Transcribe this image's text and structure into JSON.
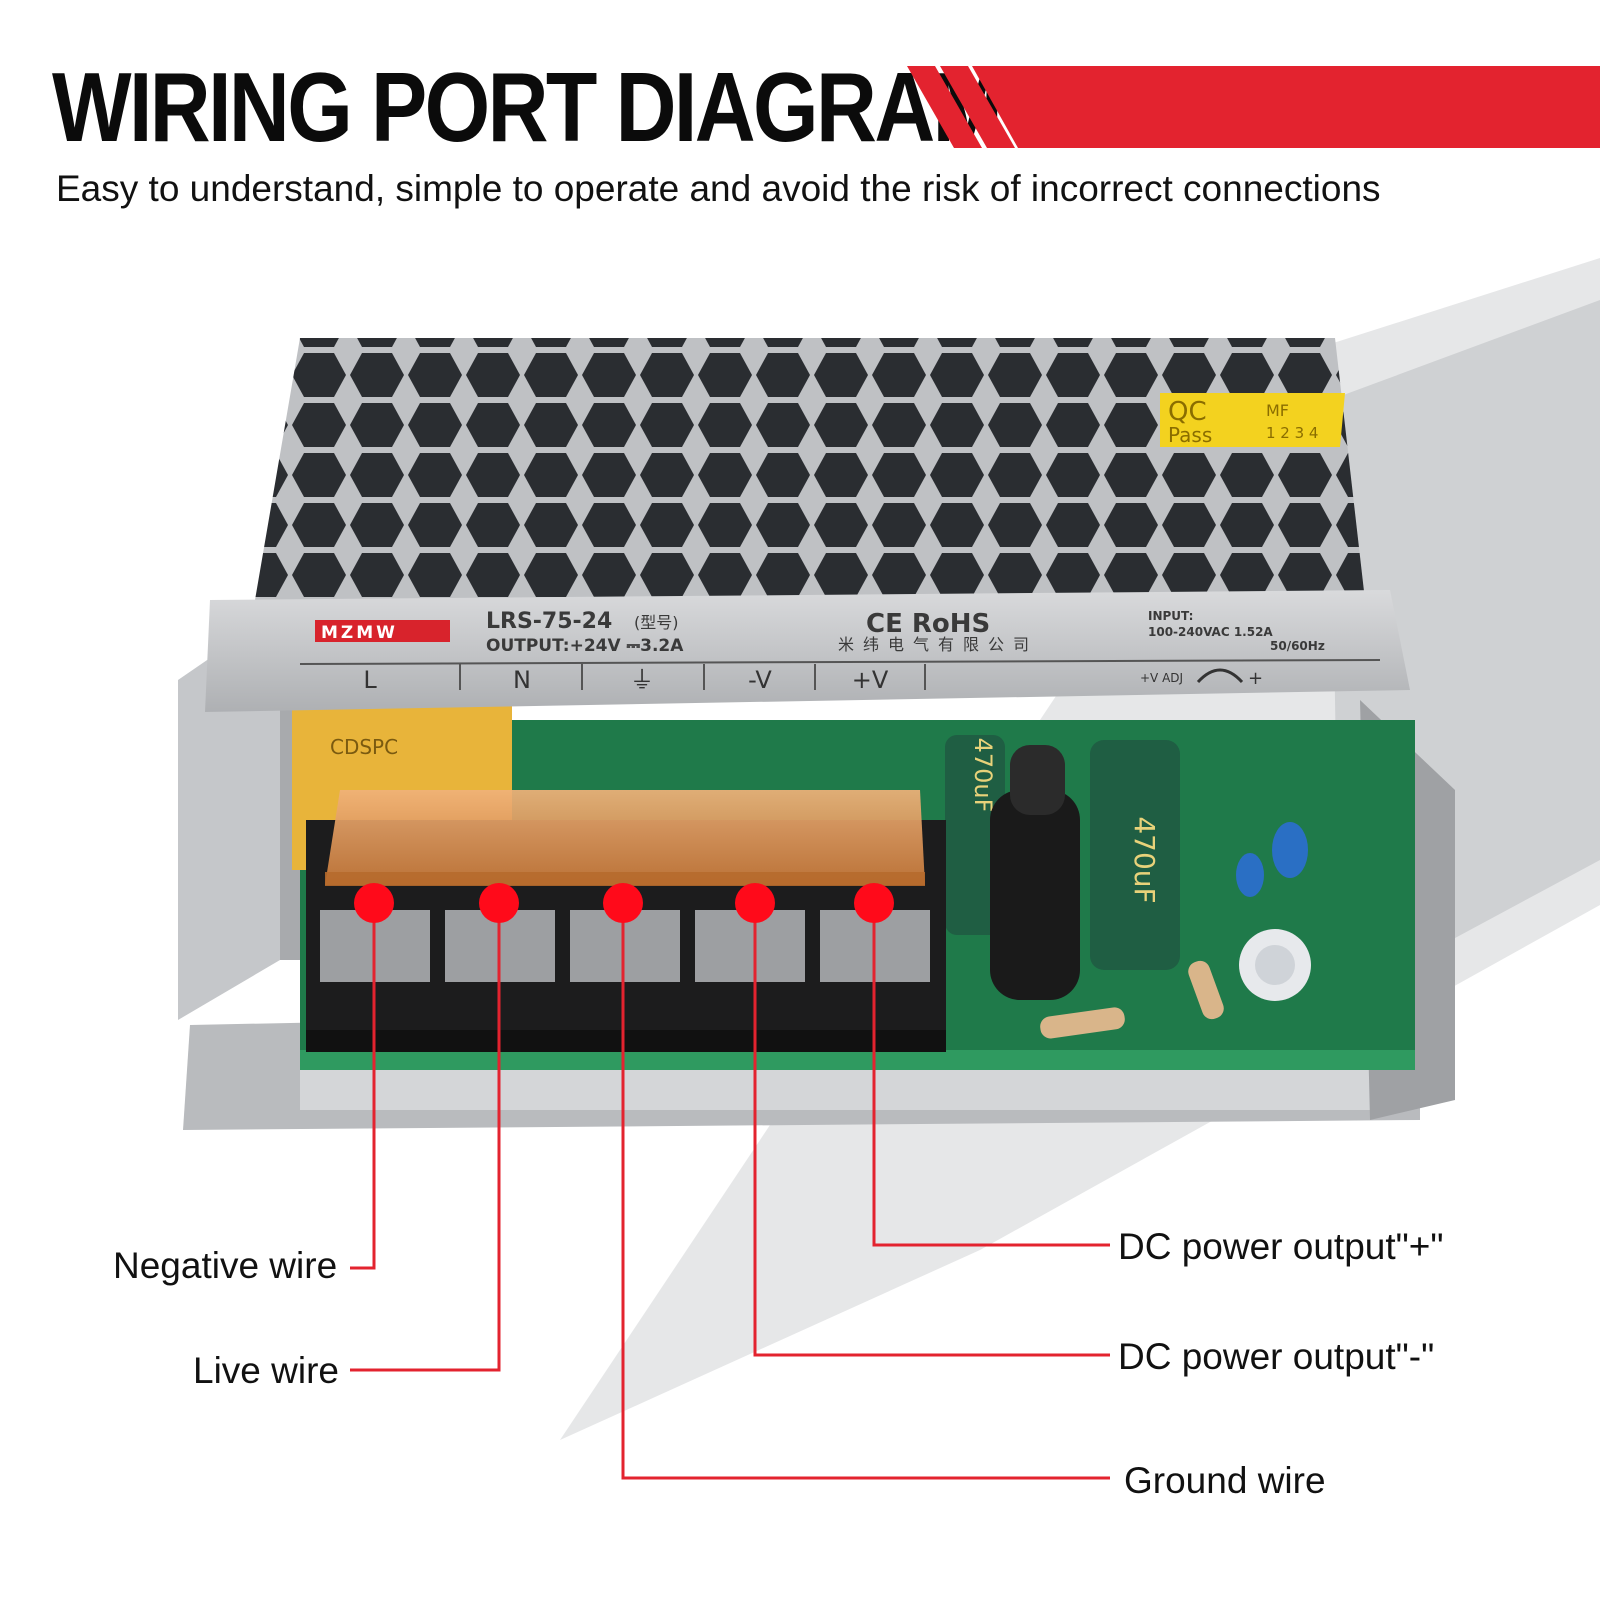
{
  "header": {
    "title": "WIRING PORT DIAGRAM",
    "subtitle": "Easy to understand, simple to operate and avoid the risk of incorrect connections"
  },
  "product": {
    "brand": "MZMW",
    "model": "LRS-75-24",
    "model_note": "(型号)",
    "output": "OUTPUT:+24V ⎓3.2A",
    "marks": "CE RoHS",
    "company": "米纬电气有限公司",
    "input_label": "INPUT:",
    "input_rating": "100-240VAC 1.52A",
    "frequency": "50/60Hz",
    "terminal_labels": [
      "L",
      "N",
      "⏚",
      "-V",
      "+V"
    ],
    "adj_label": "+V ADJ",
    "adj_plus": "+",
    "qc_sticker": {
      "qc": "QC",
      "pass": "Pass",
      "mf": "MF",
      "digits": "1 2 3 4"
    },
    "capacitor_labels": [
      "470uF",
      "470uF"
    ],
    "cover_capacitor": "CDSPC"
  },
  "callouts": {
    "negative": "Negative wire",
    "live": "Live wire",
    "ground": "Ground wire",
    "dc_minus": "DC power output\"-\"",
    "dc_plus": "DC power output\"+\""
  },
  "colors": {
    "accent_red": "#e3232f",
    "title_black": "#0b0b0b",
    "pcb_green": "#1f7a4a",
    "chassis_silver": "#c9cbce"
  }
}
